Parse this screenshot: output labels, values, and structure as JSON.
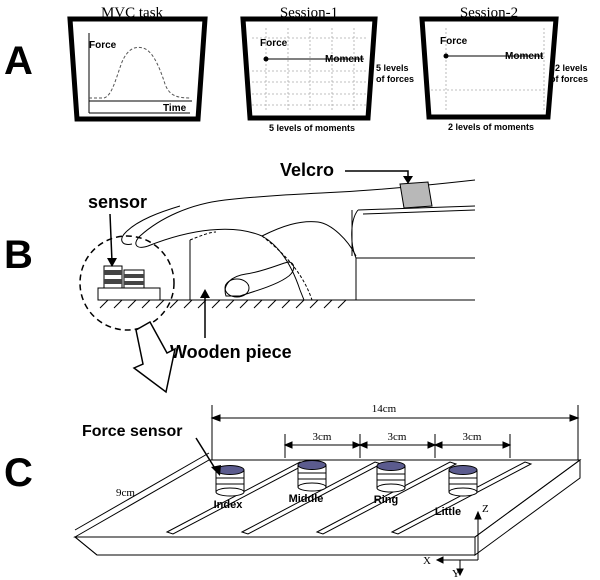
{
  "panel_a": {
    "letter": "A",
    "mvc": {
      "title": "MVC task",
      "y_label": "Force",
      "x_label": "Time"
    },
    "session1": {
      "title": "Session-1",
      "force_label": "Force",
      "moment_label": "Moment",
      "side_note_line1": "5 levels",
      "side_note_line2": "of forces",
      "bottom_note": "5 levels of moments"
    },
    "session2": {
      "title": "Session-2",
      "force_label": "Force",
      "moment_label": "Moment",
      "side_note_line1": "2 levels",
      "side_note_line2": "of forces",
      "bottom_note": "2 levels of moments"
    }
  },
  "panel_b": {
    "letter": "B",
    "velcro_label": "Velcro",
    "sensor_label": "sensor",
    "wooden_label": "Wooden piece"
  },
  "panel_c": {
    "letter": "C",
    "force_sensor_label": "Force sensor",
    "total_width": "14cm",
    "spacing_1": "3cm",
    "spacing_2": "3cm",
    "spacing_3": "3cm",
    "depth": "9cm",
    "fingers": [
      "Index",
      "Middle",
      "Ring",
      "Little"
    ],
    "axis_x": "X",
    "axis_y": "Y",
    "axis_z": "Z"
  },
  "colors": {
    "ink": "#000000",
    "sensor_top": "#5b5b8e",
    "velcro_band": "#b8b8b8",
    "sensor_band": "#444444"
  }
}
